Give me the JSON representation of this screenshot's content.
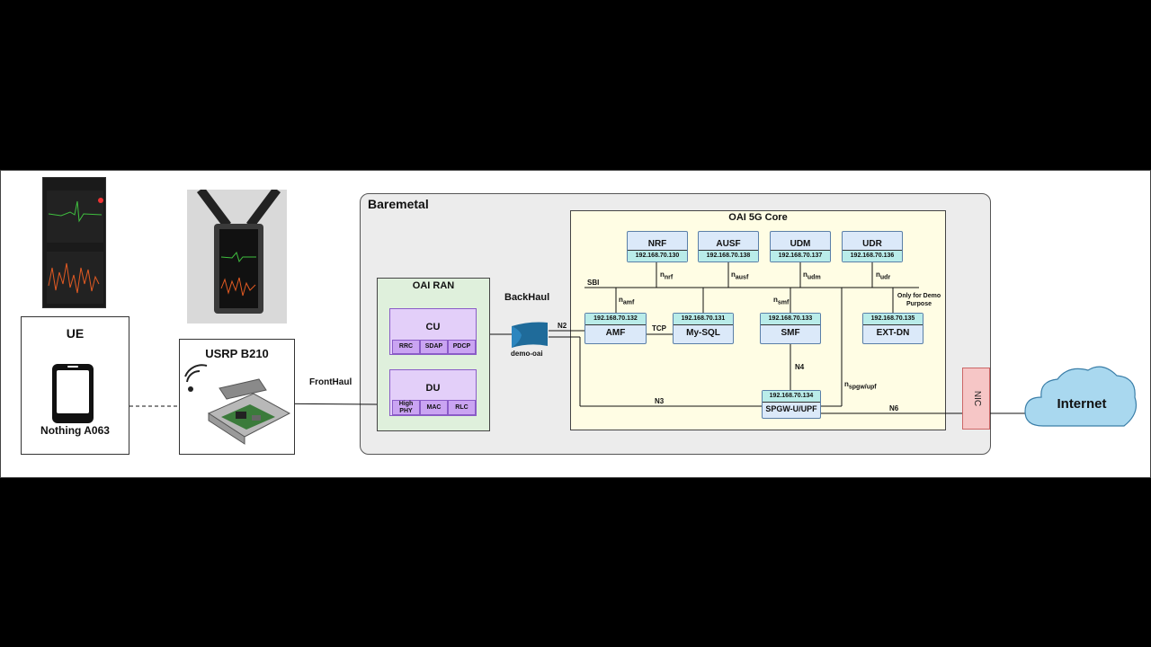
{
  "baremetal": {
    "title": "Baremetal"
  },
  "core": {
    "title": "OAI 5G Core"
  },
  "ran": {
    "title": "OAI RAN",
    "cu": {
      "label": "CU",
      "layers": [
        "RRC",
        "SDAP",
        "PDCP"
      ]
    },
    "du": {
      "label": "DU",
      "layers": [
        "High PHY",
        "MAC",
        "RLC"
      ]
    }
  },
  "ue": {
    "title": "UE",
    "device": "Nothing A063"
  },
  "usrp": {
    "title": "USRP B210"
  },
  "links": {
    "fronthaul": "FrontHaul",
    "backhaul": "BackHaul",
    "sbi": "SBI",
    "n2": "N2",
    "n3": "N3",
    "n4": "N4",
    "n6": "N6",
    "tcp": "TCP",
    "demo_note": "Only for Demo Purpose"
  },
  "bridge": {
    "label": "demo-oai"
  },
  "nic": {
    "label": "NIC"
  },
  "internet": {
    "label": "Internet"
  },
  "nfs": {
    "nrf": {
      "name": "NRF",
      "ip": "192.168.70.130",
      "iface": "n",
      "iface_sub": "nrf"
    },
    "ausf": {
      "name": "AUSF",
      "ip": "192.168.70.138",
      "iface": "n",
      "iface_sub": "ausf"
    },
    "udm": {
      "name": "UDM",
      "ip": "192.168.70.137",
      "iface": "n",
      "iface_sub": "udm"
    },
    "udr": {
      "name": "UDR",
      "ip": "192.168.70.136",
      "iface": "n",
      "iface_sub": "udr"
    },
    "amf": {
      "name": "AMF",
      "ip": "192.168.70.132",
      "iface": "n",
      "iface_sub": "amf"
    },
    "mysql": {
      "name": "My-SQL",
      "ip": "192.168.70.131"
    },
    "smf": {
      "name": "SMF",
      "ip": "192.168.70.133",
      "iface": "n",
      "iface_sub": "smf"
    },
    "extdn": {
      "name": "EXT-DN",
      "ip": "192.168.70.135"
    },
    "upf": {
      "name": "SPGW-U/UPF",
      "ip": "192.168.70.134",
      "iface": "n",
      "iface_sub": "spgw/upf"
    }
  },
  "colors": {
    "core_bg": "#fffde4",
    "ran_bg": "#dff0dc",
    "baremetal_bg": "#ececec",
    "nf_bg": "#dbe9f9",
    "ip_bg": "#b9ece9",
    "cell_bg": "#caa4f2",
    "nic_bg": "#f6c6c6",
    "cloud_bg": "#a9d8ef",
    "bridge": "#1f6b9a"
  }
}
